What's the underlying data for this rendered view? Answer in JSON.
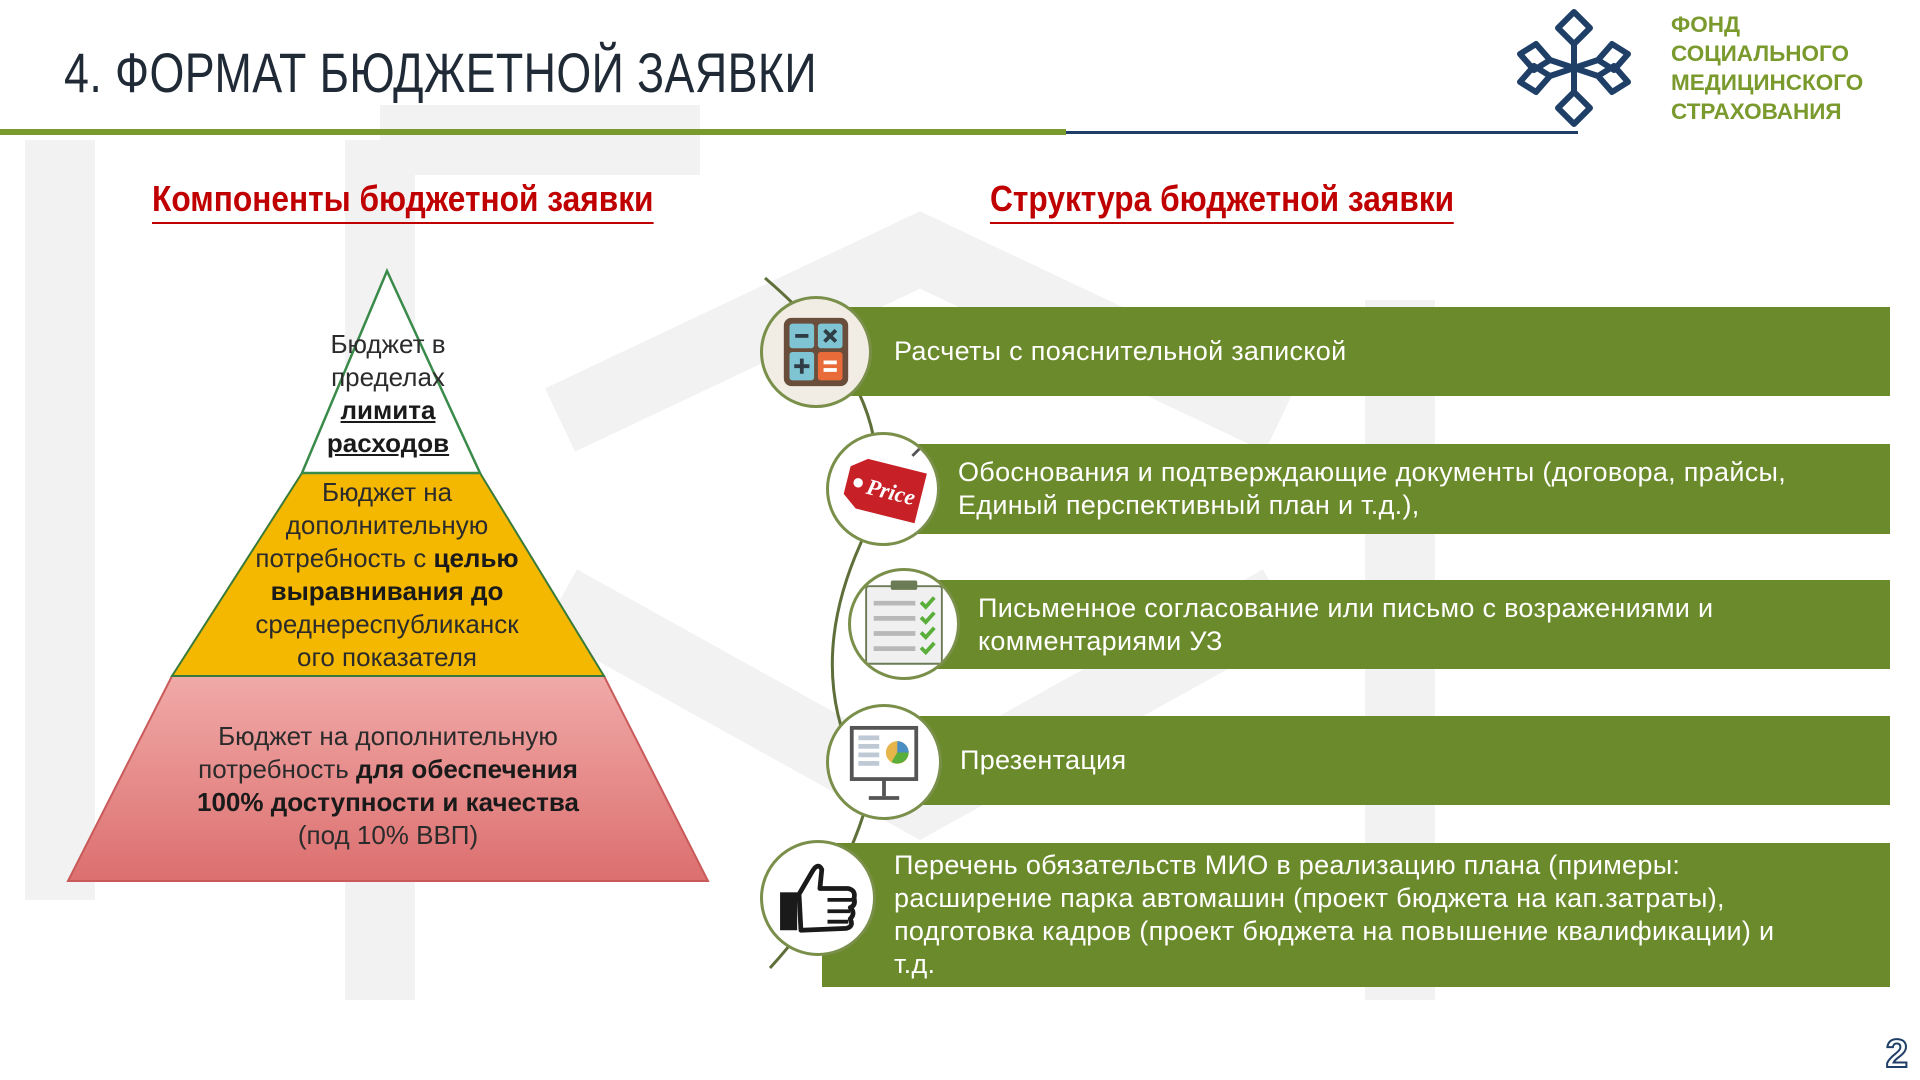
{
  "header": {
    "title": "4. ФОРМАТ БЮДЖЕТНОЙ ЗАЯВКИ",
    "logo_lines": [
      "ФОНД",
      "СОЦИАЛЬНОГО",
      "МЕДИЦИНСКОГО",
      "СТРАХОВАНИЯ"
    ]
  },
  "left": {
    "heading": "Компоненты бюджетной заявки",
    "pyramid": {
      "top": {
        "plain1": "Бюджет в",
        "plain2": "пределах",
        "bold1": "лимита",
        "bold2": "расходов"
      },
      "middle": {
        "l1": "Бюджет на",
        "l2": "дополнительную",
        "l3_plain": "потребность с ",
        "l3_bold": "целью",
        "l4_bold": "выравнивания до",
        "l5": "среднереспубликанск",
        "l6": "ого показателя"
      },
      "bottom": {
        "l1": "Бюджет на дополнительную",
        "l2_plain": "потребность ",
        "l2_bold": "для обеспечения",
        "l3_bold": "100% доступности и качества",
        "l4": "(под 10% ВВП)"
      }
    }
  },
  "right": {
    "heading": "Структура бюджетной заявки",
    "items": [
      {
        "icon": "calculator-icon",
        "text": "Расчеты с пояснительной запиской"
      },
      {
        "icon": "price-tag-icon",
        "line1": "Обоснования и подтверждающие документы (договора, прайсы,",
        "line2": "Единый перспективный план и т.д.),",
        "tag": "Price"
      },
      {
        "icon": "checklist-icon",
        "line1": "Письменное согласование или письмо с возражениями и",
        "line2": "комментариями УЗ"
      },
      {
        "icon": "presentation-board-icon",
        "text": "Презентация"
      },
      {
        "icon": "thumbs-up-icon",
        "line1": "Перечень обязательств МИО в реализацию плана (примеры:",
        "line2": "расширение парка автомашин (проект бюджета на кап.затраты),",
        "line3": "подготовка кадров (проект бюджета на повышение квалификации) и",
        "line4": "т.д."
      }
    ]
  },
  "footer": {
    "page_number": "2"
  },
  "colors": {
    "olive": "#6b8a2b",
    "red_heading": "#c00000",
    "navy": "#1f3f67",
    "pyramid_yellow": "#f5b800",
    "pyramid_red": "#e07a7a"
  }
}
